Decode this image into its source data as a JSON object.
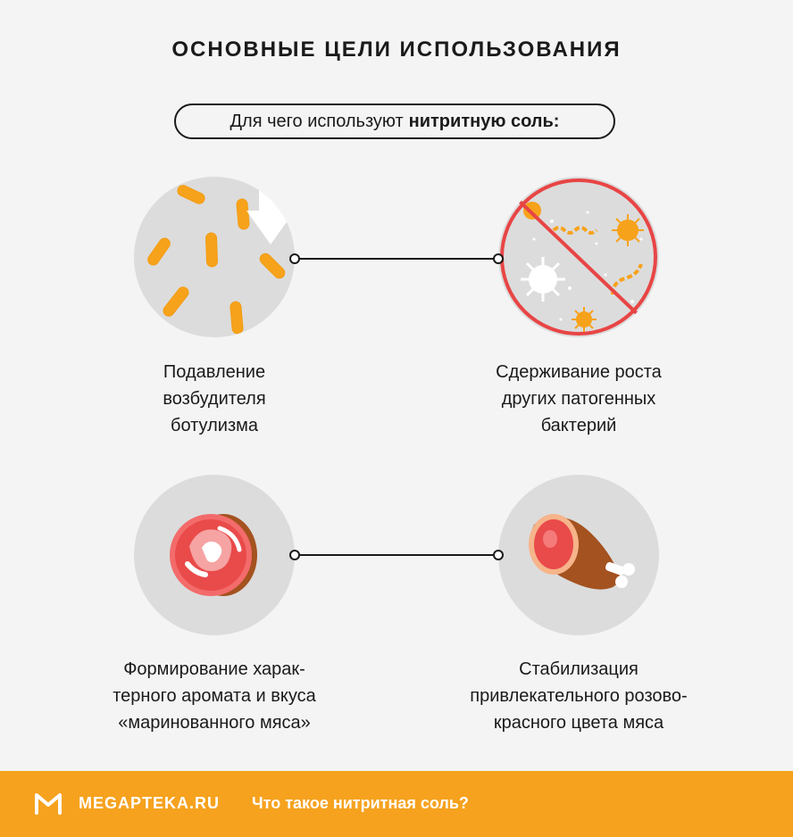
{
  "title": "Основные цели использования",
  "pill": {
    "prefix": "Для чего используют",
    "bold": "нитритную соль:"
  },
  "items": [
    {
      "caption": "Подавление\nвозбудителя\nботулизма",
      "icon": "bacteria-arrow-icon"
    },
    {
      "caption": "Сдерживание роста\nдругих патогенных\nбактерий",
      "icon": "no-bacteria-icon"
    },
    {
      "caption": "Формирование харак-\nтерного аромата и вкуса\n«маринованного мяса»",
      "icon": "meat-steak-icon"
    },
    {
      "caption": "Стабилизация\nпривлекательного розово-\nкрасного цвета мяса",
      "icon": "ham-leg-icon"
    }
  ],
  "footer": {
    "brand": "MEGAPTEKA.RU",
    "text": "Что такое нитритная соль?"
  },
  "colors": {
    "orange": "#f6a21e",
    "bacteria": "#f7a21b",
    "red": "#e84545"
  }
}
